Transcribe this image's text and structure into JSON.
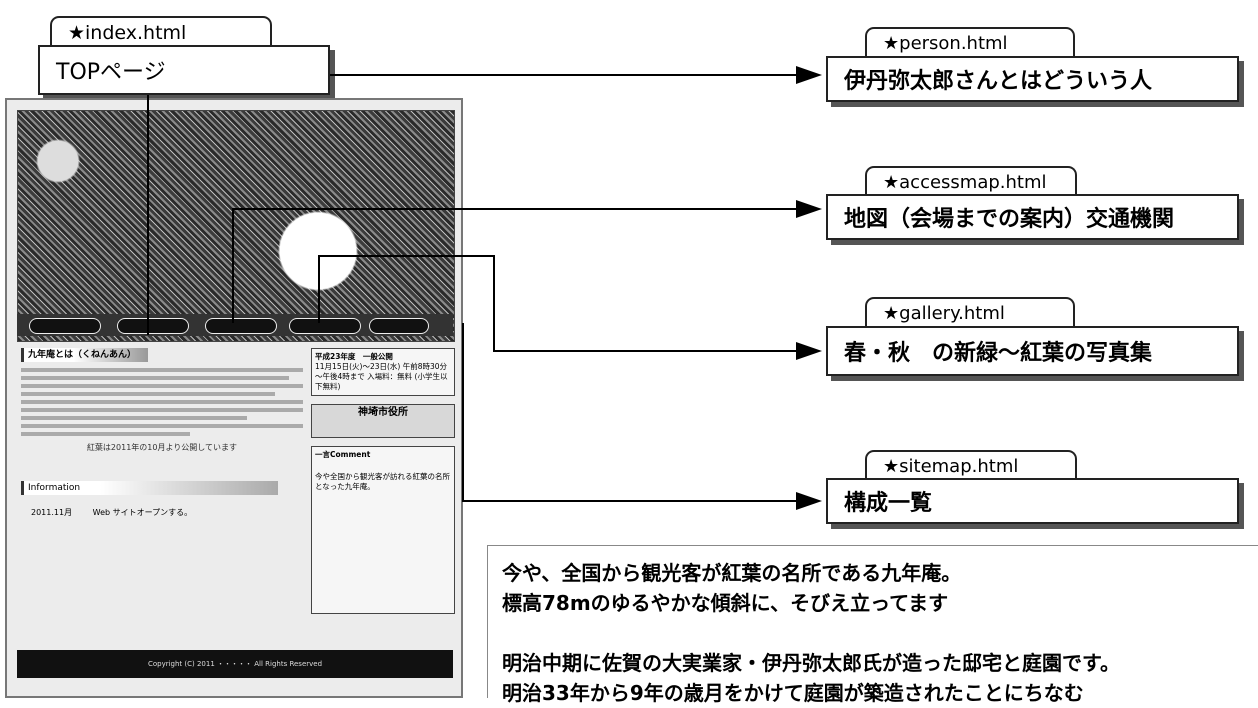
{
  "index": {
    "filename": "★index.html",
    "label": "TOPページ"
  },
  "pages": [
    {
      "filename": "★person.html",
      "label": "伊丹弥太郎さんとはどういう人"
    },
    {
      "filename": "★accessmap.html",
      "label": "地図（会場までの案内）交通機関"
    },
    {
      "filename": "★gallery.html",
      "label": "春・秋　の新緑～紅葉の写真集"
    },
    {
      "filename": "★sitemap.html",
      "label": "構成一覧"
    }
  ],
  "mockup": {
    "intro_title": "九年庵とは（くねんあん）",
    "caption_line1": "紅葉は2011年の10月より公開しています",
    "info_title": "Information",
    "info_date": "2011.11月",
    "info_text": "Web サイトオープンする。",
    "event_box_title": "平成23年度　一般公開",
    "event_box_text": "11月15日(火)～23日(水) 午前8時30分～午後4時まで 入場料：無料 (小学生以下無料)",
    "sidebar_banner": "神埼市役所",
    "comment_title": "一言Comment",
    "comment_text": "今や全国から観光客が訪れる紅葉の名所となった九年庵。",
    "footer": "Copyright (C) 2011 ・・・・・ All Rights Reserved"
  },
  "description_lines": [
    "今や、全国から観光客が紅葉の名所である九年庵。",
    "標高78mのゆるやかな傾斜に、そびえ立ってます",
    "",
    "明治中期に佐賀の大実業家・伊丹弥太郎氏が造った邸宅と庭園です。",
    "明治33年から9年の歳月をかけて庭園が築造されたことにちなむ"
  ]
}
